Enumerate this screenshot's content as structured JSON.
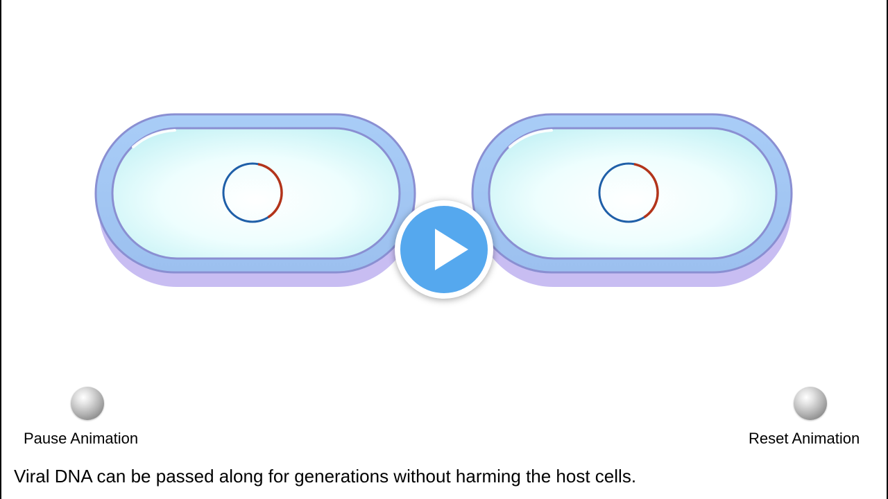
{
  "controls": {
    "pause_label": "Pause Animation",
    "reset_label": "Reset Animation"
  },
  "caption": "Viral DNA can be passed along for generations without harming the host cells.",
  "play_button": {
    "icon": "play-icon",
    "color": "#55a8ee"
  },
  "colors": {
    "cell_wall": "#a7c8f4",
    "cell_wall_outline": "#8c8fd0",
    "cell_shadow": "#c4b9f0",
    "cytoplasm": "#d9fbfc",
    "bacterial_dna": "#1f5fa8",
    "viral_dna": "#b3341a"
  }
}
